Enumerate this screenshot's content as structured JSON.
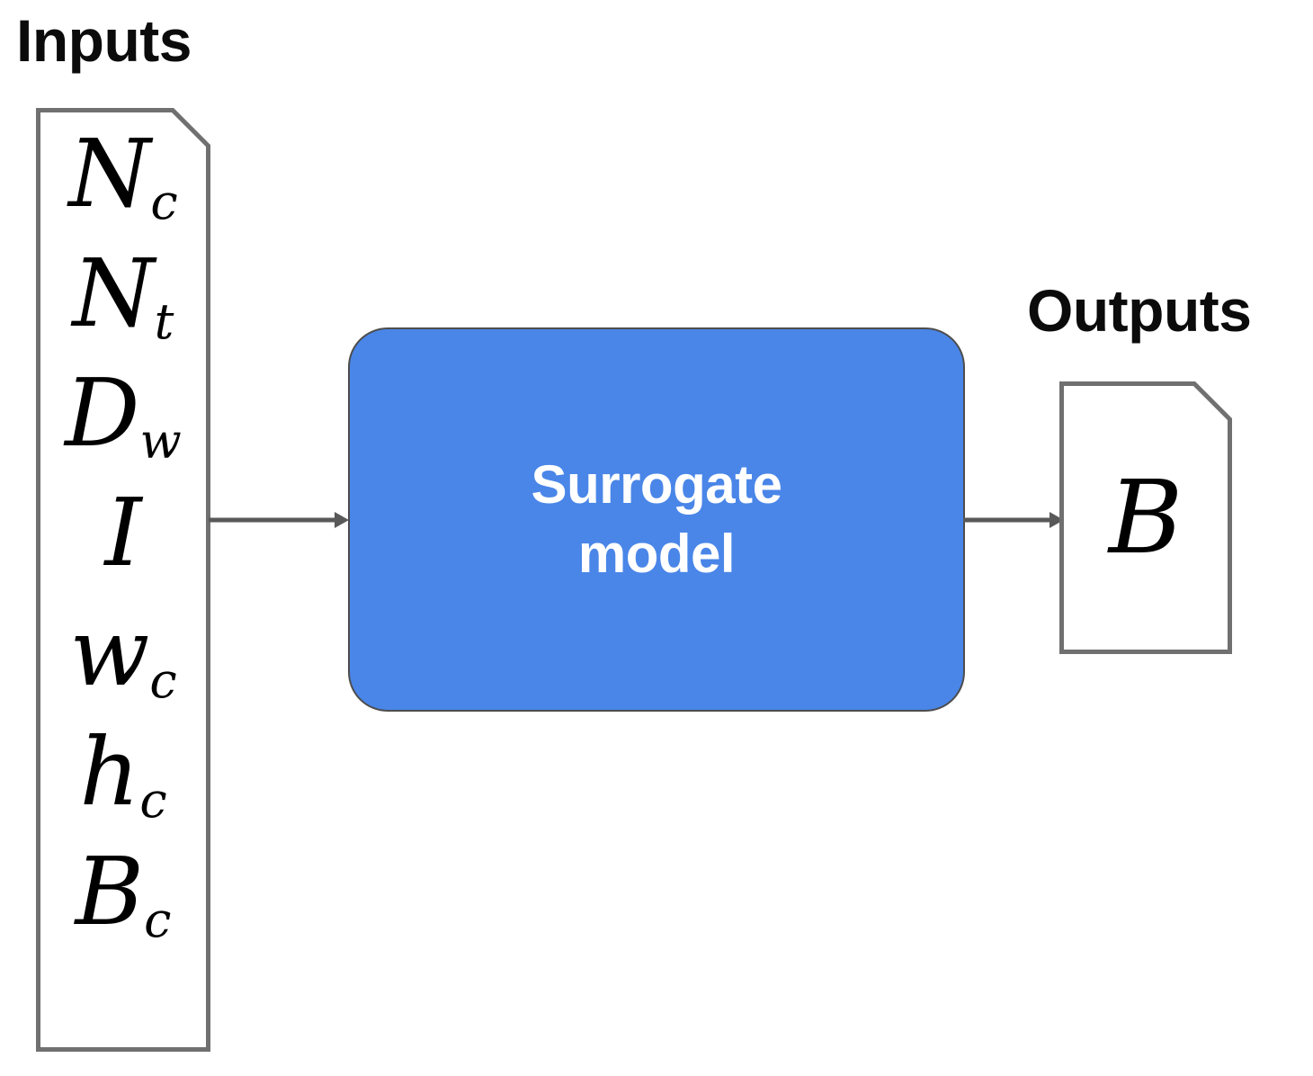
{
  "diagram": {
    "title": "Surrogate model input-output block diagram",
    "background_color": "#ffffff",
    "accent_color": "#4a86e8",
    "outline_color": "#707070",
    "arrow_color": "#595959"
  },
  "inputs": {
    "label": "Inputs",
    "doc_icon": "document-with-folded-corner",
    "variables": [
      {
        "base": "N",
        "sub": "c",
        "display": "N_c"
      },
      {
        "base": "N",
        "sub": "t",
        "display": "N_t"
      },
      {
        "base": "D",
        "sub": "w",
        "display": "D_w"
      },
      {
        "base": "I",
        "sub": "",
        "display": "I"
      },
      {
        "base": "w",
        "sub": "c",
        "display": "w_c"
      },
      {
        "base": "h",
        "sub": "c",
        "display": "h_c"
      },
      {
        "base": "B",
        "sub": "c",
        "display": "B_c"
      }
    ]
  },
  "process": {
    "label": "Surrogate\nmodel",
    "line1": "Surrogate",
    "line2": "model",
    "fill_color": "#4a86e8",
    "text_color": "#ffffff"
  },
  "outputs": {
    "label": "Outputs",
    "doc_icon": "document-with-folded-corner",
    "variables": [
      {
        "base": "B",
        "sub": "",
        "display": "B"
      }
    ]
  },
  "arrows": {
    "input_to_model": "arrow-right",
    "model_to_output": "arrow-right"
  }
}
